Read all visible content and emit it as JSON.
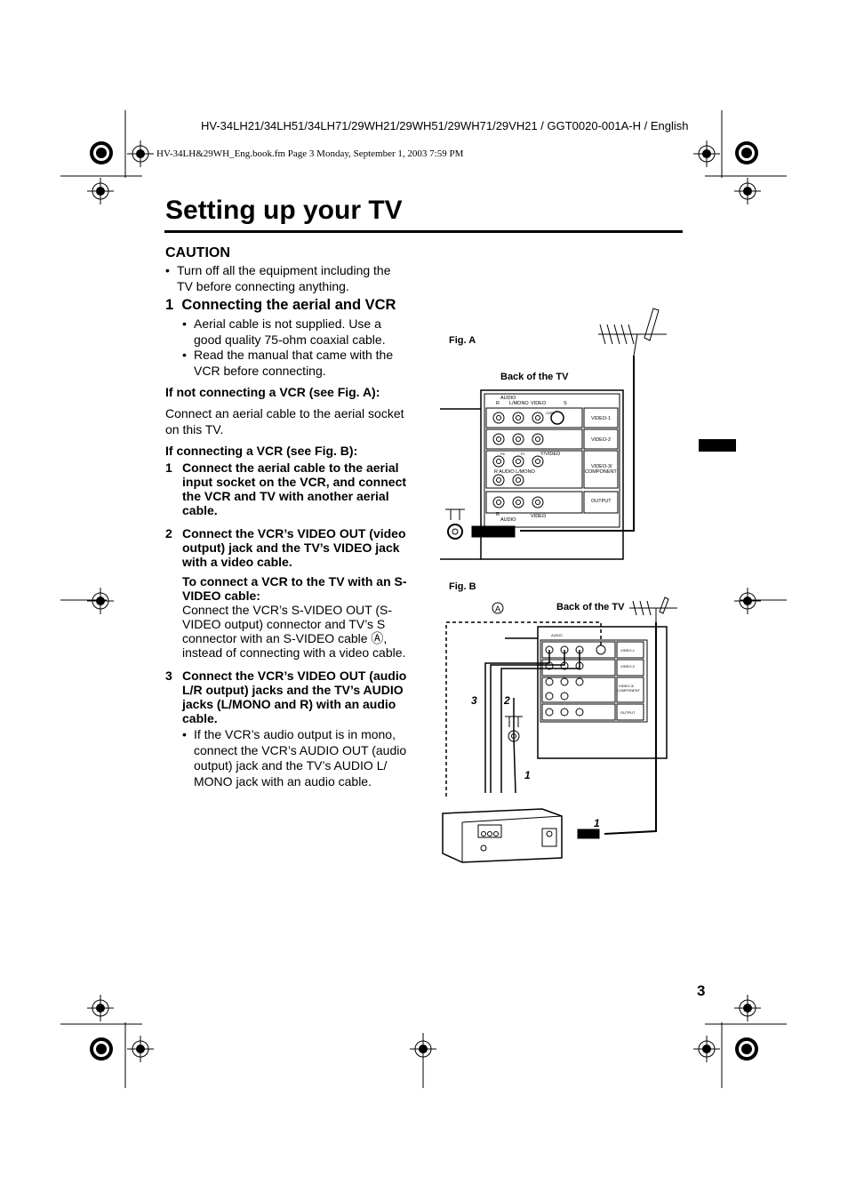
{
  "header": {
    "model_line": "HV-34LH21/34LH51/34LH71/29WH21/29WH51/29WH71/29VH21 / GGT0020-001A-H / English",
    "file_line": "HV-34LH&29WH_Eng.book.fm  Page 3  Monday, September 1, 2003  7:59 PM"
  },
  "page": {
    "title": "Setting up your TV",
    "page_number": "3"
  },
  "caution": {
    "heading": "CAUTION",
    "bullet": "Turn off all the equipment including the TV before connecting anything.",
    "bullet_line1": "Turn off all the equipment including the",
    "bullet_line2": "TV before connecting anything."
  },
  "section1": {
    "heading": "1  Connecting the aerial and VCR",
    "bullets": [
      {
        "line1": "Aerial cable is not supplied. Use a",
        "line2": "good quality 75-ohm coaxial cable."
      },
      {
        "line1": "Read the manual that came with the",
        "line2": "VCR before connecting."
      }
    ],
    "no_vcr_heading": "If not connecting a VCR (see Fig. A):",
    "no_vcr_line1": "Connect an aerial cable to the aerial socket",
    "no_vcr_line2": "on this TV.",
    "vcr_heading": "If connecting a VCR (see Fig. B):",
    "steps": [
      {
        "num": "1",
        "lines": [
          "Connect the aerial cable to the aerial",
          "input socket on the VCR, and connect",
          "the VCR and TV with another aerial",
          "cable."
        ]
      },
      {
        "num": "2",
        "lines": [
          "Connect the VCR’s VIDEO OUT (video",
          "output) jack and the TV’s VIDEO jack",
          "with a video cable."
        ]
      },
      {
        "num": "3",
        "lines": [
          "Connect the VCR’s VIDEO OUT (audio",
          "L/R output) jacks and the TV’s AUDIO",
          "jacks (L/MONO and R) with an audio",
          "cable."
        ]
      }
    ],
    "svideo_heading_line1": "To connect a VCR to the TV with an S-",
    "svideo_heading_line2": "VIDEO cable:",
    "svideo_lines": [
      "Connect the VCR’s S-VIDEO OUT (S-",
      "VIDEO output) connector and TV’s S",
      "connector with an S-VIDEO cable Ⓐ,",
      "instead of connecting with a video cable."
    ],
    "mono_lines": [
      "If the VCR’s audio output is in mono,",
      "connect the VCR’s AUDIO OUT (audio",
      "output) jack and the TV’s AUDIO L/",
      "MONO jack with an audio cable."
    ]
  },
  "fig_a": {
    "label": "Fig. A",
    "back_label": "Back of the TV",
    "audio": "AUDIO",
    "r": "R",
    "lmono": "L/MONO",
    "video": "VIDEO",
    "s": "S",
    "ypbpr_y": "Y/VIDEO",
    "pb": "Pb",
    "pr": "Pr",
    "r_audio_lmono": "R AUDIO L/MONO",
    "video1": "VIDEO-1",
    "video2": "VIDEO-2",
    "video3": "VIDEO-3/",
    "component": "COMPONENT",
    "output": "OUTPUT",
    "over": "OVER"
  },
  "fig_b": {
    "label": "Fig. B",
    "back_label": "Back of the TV",
    "a_marker": "A",
    "n1": "1",
    "n2": "2",
    "n3": "3"
  },
  "colors": {
    "ink": "#000000",
    "bg": "#ffffff"
  },
  "icons": [
    "registration-mark-icon",
    "starburst-icon",
    "aerial-antenna-icon",
    "coaxial-plug-icon",
    "vcr-icon"
  ]
}
